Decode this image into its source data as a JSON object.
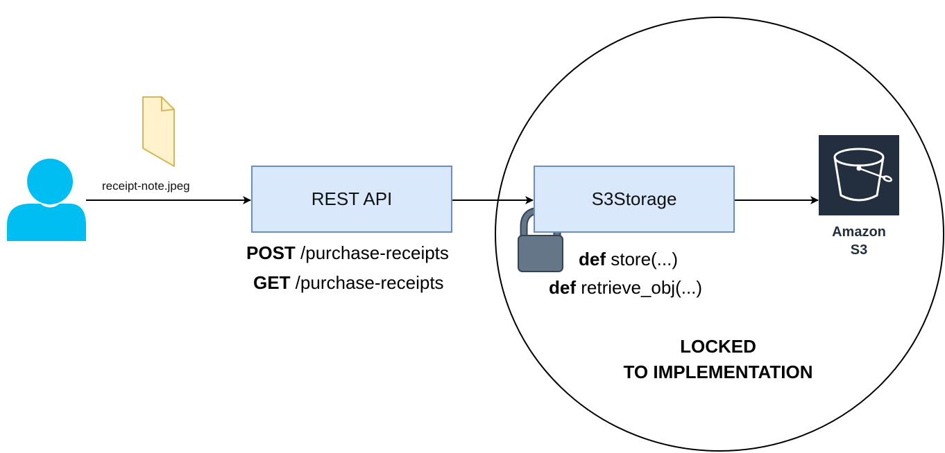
{
  "user": {
    "icon": "user-icon",
    "color": "#00bef2"
  },
  "file": {
    "icon": "file-icon",
    "label": "receipt-note.jpeg",
    "fill": "#fff2cc",
    "stroke": "#d6b656"
  },
  "rest_api": {
    "label": "REST API",
    "endpoints": [
      {
        "method": "POST",
        "path": " /purchase-receipts"
      },
      {
        "method": "GET",
        "path": " /purchase-receipts"
      }
    ]
  },
  "storage": {
    "label": "S3Storage",
    "methods": [
      {
        "keyword": "def",
        "signature": " store(...)"
      },
      {
        "keyword": "def",
        "signature": " retrieve_obj(...)"
      }
    ],
    "lock_icon": "lock-icon",
    "lock_color": "#647687"
  },
  "locked_note": {
    "line1": "LOCKED",
    "line2": "TO IMPLEMENTATION"
  },
  "s3": {
    "icon": "bucket-icon",
    "name_line1": "Amazon",
    "name_line2": "S3",
    "tile_color": "#232f3e",
    "text_color": "#232f3e"
  },
  "colors": {
    "box_fill": "#dae8fc",
    "box_stroke": "#6c8ebf"
  }
}
